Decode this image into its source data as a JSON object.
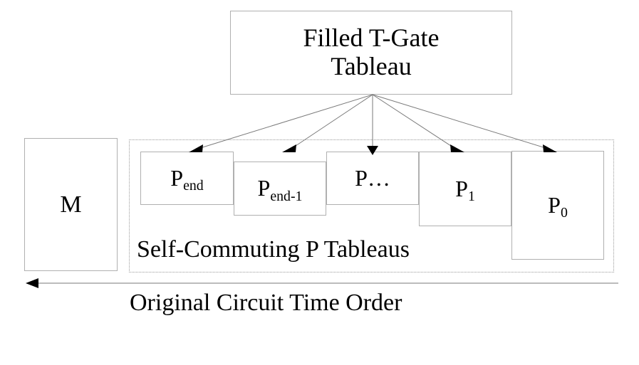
{
  "diagram": {
    "title_box": {
      "line1": "Filled T-Gate",
      "line2": "Tableau"
    },
    "memory_box": {
      "label": "M"
    },
    "p_region": {
      "label": "Self-Commuting P Tableaus",
      "boxes": [
        {
          "base": "P",
          "subscript": "end"
        },
        {
          "base": "P",
          "subscript": "end-1"
        },
        {
          "base": "P",
          "subscript": ""
        },
        {
          "base": "P",
          "subscript": "1"
        },
        {
          "base": "P",
          "subscript": "0"
        }
      ],
      "ellipsis_text": "P…"
    },
    "time_axis": {
      "label": "Original Circuit Time Order",
      "direction": "left"
    },
    "colors": {
      "box_border": "#b0b0b0",
      "dotted_border": "#9a9a9a",
      "arrow": "#000000",
      "connector_line": "#7a7a7a",
      "text": "#000000",
      "background": "#ffffff"
    }
  }
}
